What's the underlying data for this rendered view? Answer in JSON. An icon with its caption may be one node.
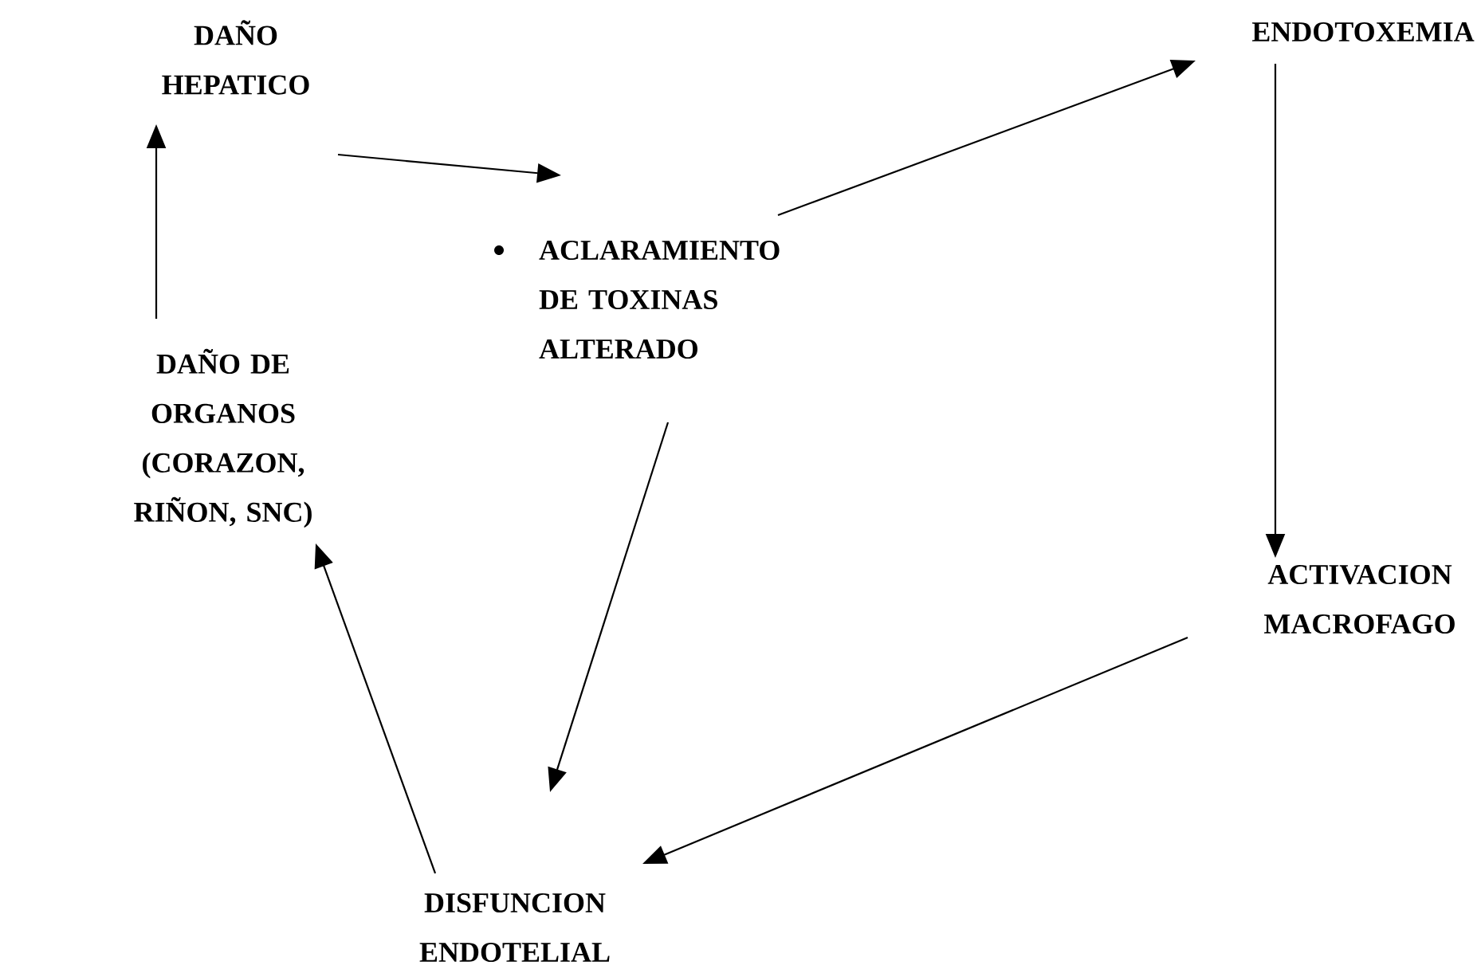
{
  "diagram": {
    "nodes": [
      {
        "text": [
          "DAÑO HEPATICO"
        ]
      },
      {
        "text": [
          "ACLARAMIENTO DE TOXINAS ALTERADO"
        ]
      },
      {
        "text": [
          "ENDOTOXEMIA"
        ]
      },
      {
        "text": [
          "ACTIVACION MACROFAGO"
        ]
      },
      {
        "text": [
          "DISFUNCION ENDOTELIAL"
        ]
      },
      {
        "text": [
          "DAÑO DE ORGANOS (CORAZON, RIÑON, SNC)"
        ]
      }
    ],
    "edges": [
      {
        "from": 0,
        "to": 1,
        "arrow": "to"
      },
      {
        "from": 1,
        "to": 2,
        "arrow": "to"
      },
      {
        "from": 2,
        "to": 3,
        "arrow": "to"
      },
      {
        "from": 3,
        "to": 4,
        "arrow": "to"
      },
      {
        "from": 1,
        "to": 4,
        "arrow": "to"
      },
      {
        "from": 4,
        "to": 5,
        "arrow": "to"
      },
      {
        "from": 5,
        "to": 0,
        "arrow": "to"
      }
    ]
  }
}
